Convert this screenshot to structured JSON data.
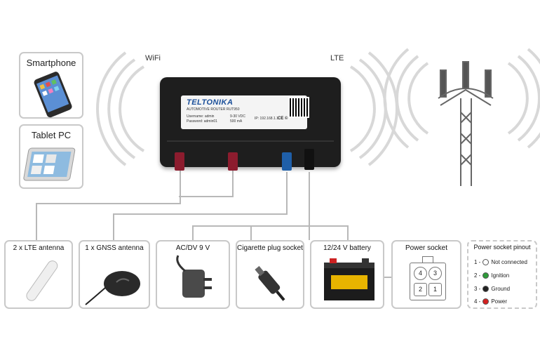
{
  "left_devices": [
    {
      "label": "Smartphone"
    },
    {
      "label": "Tablet PC"
    }
  ],
  "wireless": {
    "wifi": "WiFi",
    "lte": "LTE"
  },
  "router": {
    "brand": "TELTONIKA",
    "subtitle": "AUTOMOTIVE ROUTER RUT950",
    "username": "Username: admin",
    "password": "Password: admin01",
    "voltage": "9-30 VDC",
    "current": "500 mA",
    "ip": "IP: 192.168.1.1",
    "marks": "CE  ©"
  },
  "accessories": [
    {
      "label": "2 x LTE antenna"
    },
    {
      "label": "1 x GNSS antenna"
    },
    {
      "label": "AC/DV 9 V"
    },
    {
      "label": "Cigarette plug socket"
    },
    {
      "label": "12/24 V battery"
    }
  ],
  "power_socket": {
    "title": "Power socket",
    "pins": [
      "4",
      "3",
      "2",
      "1"
    ]
  },
  "pinout": {
    "title": "Power socket pinout",
    "rows": [
      {
        "num": "1 -",
        "label": "Not connected",
        "color": "#ffffff"
      },
      {
        "num": "2 -",
        "label": "Ignition",
        "color": "#2e9b3a"
      },
      {
        "num": "3 -",
        "label": "Ground",
        "color": "#222222"
      },
      {
        "num": "4 -",
        "label": "Power",
        "color": "#d42020"
      }
    ]
  },
  "colors": {
    "line": "#b8b8b8",
    "connector_red": "#8c1c2e",
    "connector_blue": "#1f5fa8"
  }
}
